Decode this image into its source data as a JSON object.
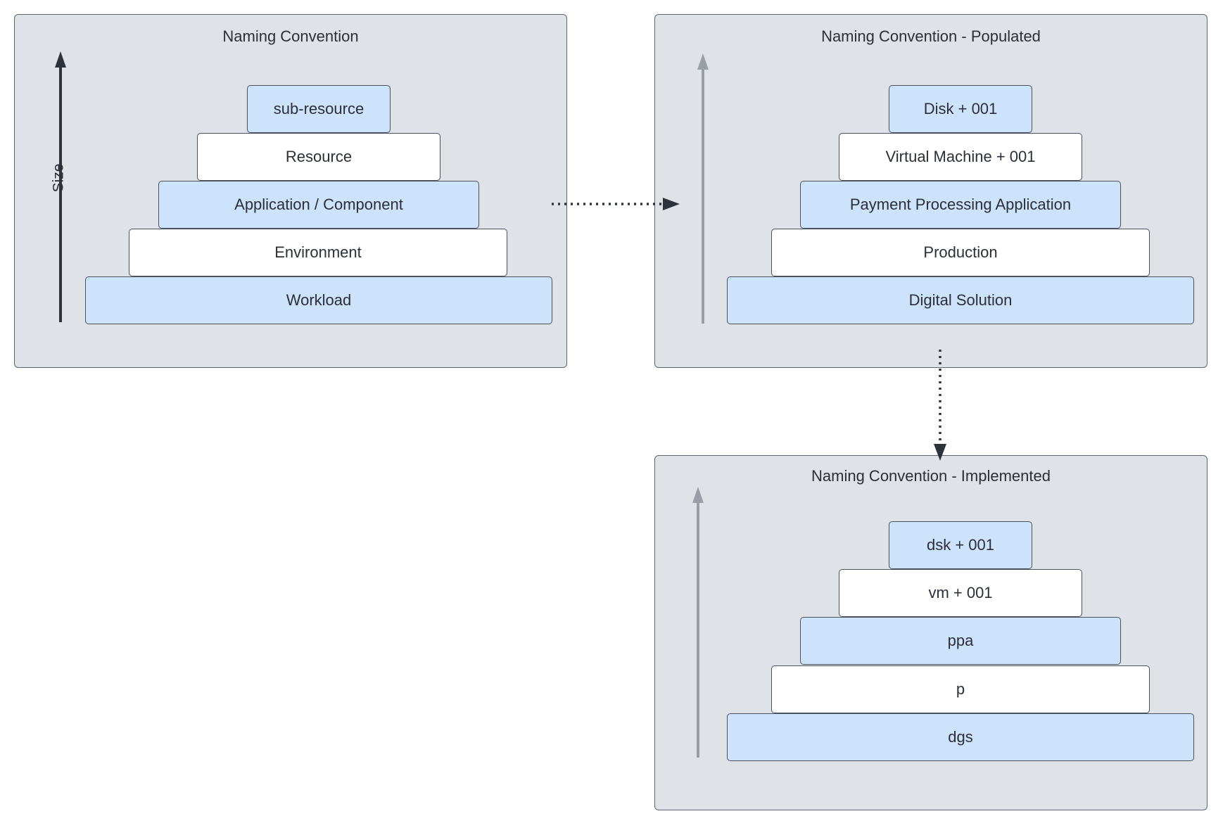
{
  "panels": {
    "convention": {
      "title": "Naming Convention",
      "axis_label": "Size",
      "layers": [
        "sub-resource",
        "Resource",
        "Application / Component",
        "Environment",
        "Workload"
      ]
    },
    "populated": {
      "title": "Naming Convention - Populated",
      "layers": [
        "Disk + 001",
        "Virtual Machine + 001",
        "Payment Processing Application",
        "Production",
        "Digital Solution"
      ]
    },
    "implemented": {
      "title": "Naming Convention - Implemented",
      "layers": [
        "dsk + 001",
        "vm + 001",
        "ppa",
        "p",
        "dgs"
      ]
    }
  },
  "colors": {
    "panel_bg": "#dfe2e7",
    "layer_blue": "#cde2fb",
    "layer_white": "#ffffff",
    "axis_dark": "#2e323b",
    "axis_gray": "#9a9ea6"
  }
}
